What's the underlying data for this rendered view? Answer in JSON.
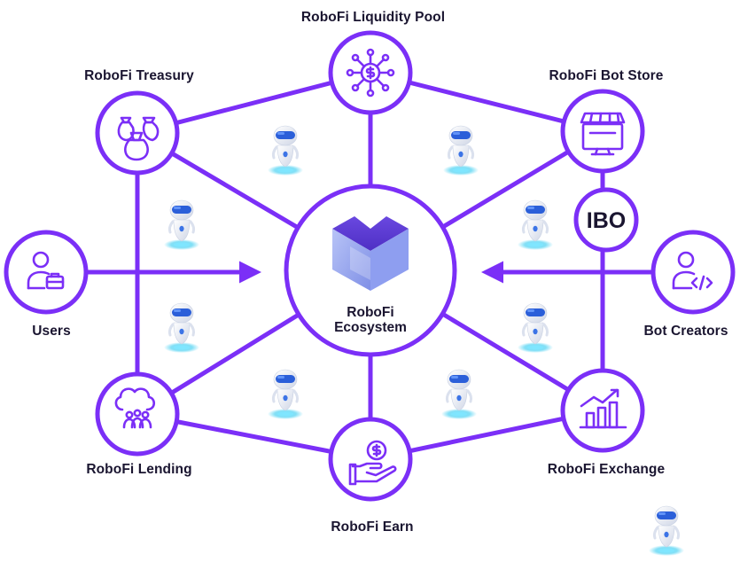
{
  "nodes": {
    "liquidity_pool": "RoboFi Liquidity Pool",
    "treasury": "RoboFi Treasury",
    "bot_store": "RoboFi Bot Store",
    "users": "Users",
    "bot_creators": "Bot Creators",
    "lending": "RoboFi Lending",
    "exchange": "RoboFi Exchange",
    "earn": "RoboFi Earn"
  },
  "center": {
    "line1": "RoboFi",
    "line2": "Ecosystem"
  },
  "ibo": "IBO",
  "colors": {
    "accent": "#7b2ff7",
    "logo_light": "#9aa8f0",
    "logo_dark": "#5b3fd6",
    "robot_body": "#eef1f7",
    "robot_visor": "#2b5fd9",
    "robot_glow": "#4fd2f2"
  }
}
